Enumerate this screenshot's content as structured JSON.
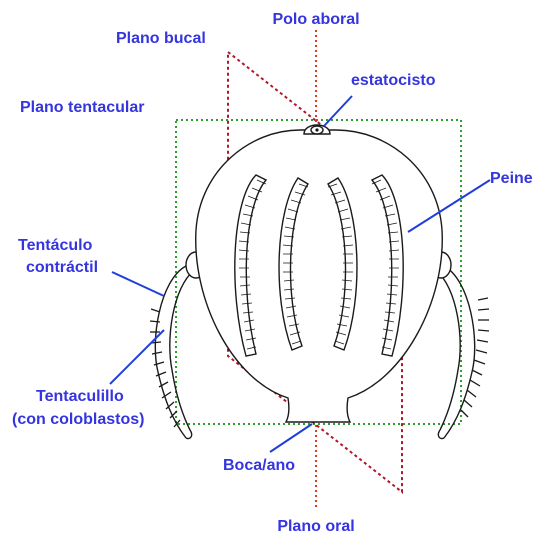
{
  "labels": {
    "polo_aboral": "Polo aboral",
    "plano_bucal": "Plano bucal",
    "estatocisto": "estatocisto",
    "plano_tentacular": "Plano tentacular",
    "peine": "Peine",
    "tentaculo_line1": "Tentáculo",
    "tentaculo_line2": "contráctil",
    "tentaculillo_line1": "Tentaculillo",
    "tentaculillo_line2": "(con coloblastos)",
    "boca_ano": "Boca/ano",
    "plano_oral": "Plano oral"
  },
  "colors": {
    "label_blue": "#3535e0",
    "leader_blue": "#1f3fd8",
    "axis_red": "#e23a1a",
    "bucal_plane_red": "#b0172a",
    "tentacular_plane_green": "#2e9e2e",
    "outline": "#1a1a1a"
  }
}
